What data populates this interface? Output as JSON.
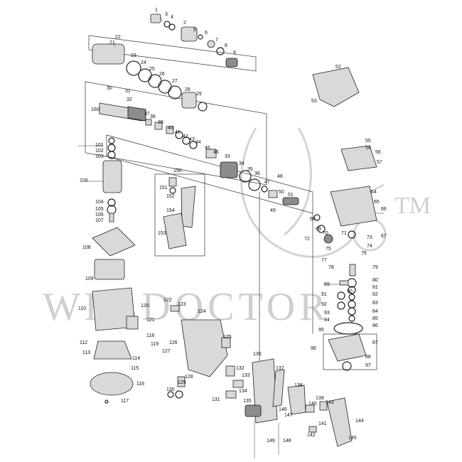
{
  "watermark": {
    "text": "WELDOCTOR",
    "tm": "TM"
  },
  "callouts": [
    "1",
    "2",
    "3",
    "4",
    "5",
    "6",
    "7",
    "8",
    "9",
    "21",
    "22",
    "23",
    "24",
    "25",
    "26",
    "27",
    "28",
    "29",
    "30",
    "31",
    "32",
    "37",
    "38",
    "39",
    "40",
    "41",
    "42",
    "43",
    "44",
    "45",
    "46",
    "33",
    "34",
    "35",
    "36",
    "47",
    "48",
    "49",
    "50",
    "51",
    "52",
    "53",
    "54",
    "55",
    "56",
    "57",
    "64",
    "65",
    "66",
    "67",
    "68",
    "69",
    "70",
    "71",
    "72",
    "73",
    "74",
    "75",
    "76",
    "77",
    "78",
    "79",
    "80",
    "81",
    "82",
    "83",
    "84",
    "85",
    "86",
    "87",
    "88",
    "89",
    "90",
    "91",
    "92",
    "93",
    "94",
    "95",
    "96",
    "97",
    "100",
    "101",
    "102",
    "103",
    "104",
    "105",
    "106",
    "107",
    "108",
    "109",
    "110",
    "112",
    "113",
    "114",
    "115",
    "116",
    "117",
    "118",
    "119",
    "120",
    "121",
    "122",
    "123",
    "124",
    "125",
    "126",
    "127",
    "128",
    "129",
    "130",
    "131",
    "132",
    "133",
    "134",
    "135",
    "136",
    "137",
    "138",
    "139",
    "140",
    "141",
    "142",
    "143",
    "144",
    "145",
    "146",
    "147",
    "148",
    "149",
    "150",
    "151",
    "152",
    "153",
    "154",
    "160"
  ]
}
